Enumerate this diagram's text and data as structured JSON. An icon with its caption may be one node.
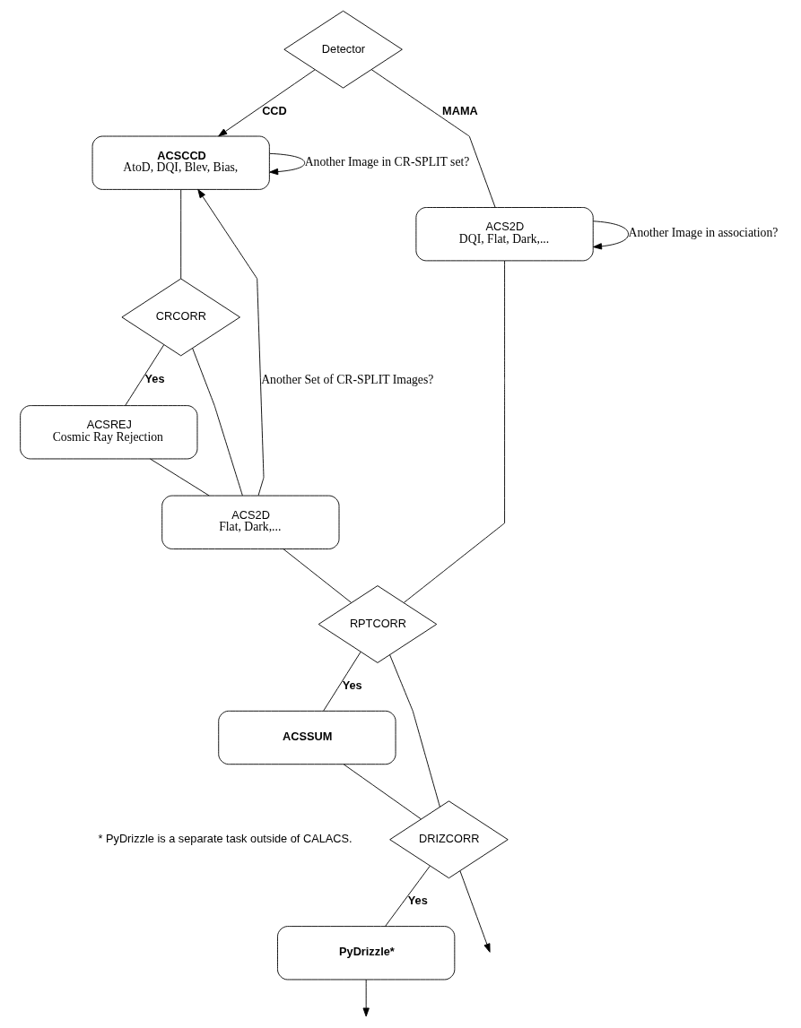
{
  "diagram": {
    "nodes": [
      {
        "text": [
          "Detector"
        ]
      },
      {
        "text": [
          "ACSCCD",
          "AtoD, DQI, Blev, Bias,"
        ]
      },
      {
        "text": [
          "CRCORR"
        ]
      },
      {
        "text": [
          "ACS2D",
          "DQI, Flat, Dark,..."
        ]
      },
      {
        "text": [
          "ACSREJ",
          "Cosmic Ray Rejection"
        ]
      },
      {
        "text": [
          "ACS2D",
          "Flat, Dark,..."
        ]
      },
      {
        "text": [
          "RPTCORR"
        ]
      },
      {
        "text": [
          "ACSSUM"
        ]
      },
      {
        "text": [
          "DRIZCORR"
        ]
      },
      {
        "text": [
          "PyDrizzle*"
        ]
      }
    ],
    "edges": [
      {
        "from": 0,
        "to": 1,
        "arrow": "to",
        "label": "CCD"
      },
      {
        "from": 0,
        "to": 3,
        "arrow": "none",
        "label": "MAMA"
      },
      {
        "from": 1,
        "to": 1,
        "arrow": "to",
        "label": "Another Image in CR-SPLIT set?"
      },
      {
        "from": 1,
        "to": 2,
        "arrow": "none"
      },
      {
        "from": 2,
        "to": 4,
        "arrow": "none",
        "label": "Yes"
      },
      {
        "from": 3,
        "to": 3,
        "arrow": "to",
        "label": "Another Image in association?"
      },
      {
        "from": 2,
        "to": 5,
        "arrow": "none"
      },
      {
        "from": 4,
        "to": 5,
        "arrow": "none"
      },
      {
        "from": 5,
        "to": 1,
        "arrow": "to",
        "label": "Another Set of CR-SPLIT Images?"
      },
      {
        "from": 5,
        "to": 6,
        "arrow": "none"
      },
      {
        "from": 3,
        "to": 6,
        "arrow": "none"
      },
      {
        "from": 6,
        "to": 7,
        "arrow": "none",
        "label": "Yes"
      },
      {
        "from": 6,
        "to": 8,
        "arrow": "none"
      },
      {
        "from": 7,
        "to": 8,
        "arrow": "none"
      },
      {
        "from": 8,
        "to": 9,
        "arrow": "none",
        "label": "Yes"
      },
      {
        "from": 8,
        "to": null,
        "arrow": "to"
      },
      {
        "from": 9,
        "to": null,
        "arrow": "to"
      }
    ],
    "labels": [
      "* PyDrizzle is a separate task outside of CALACS."
    ]
  }
}
